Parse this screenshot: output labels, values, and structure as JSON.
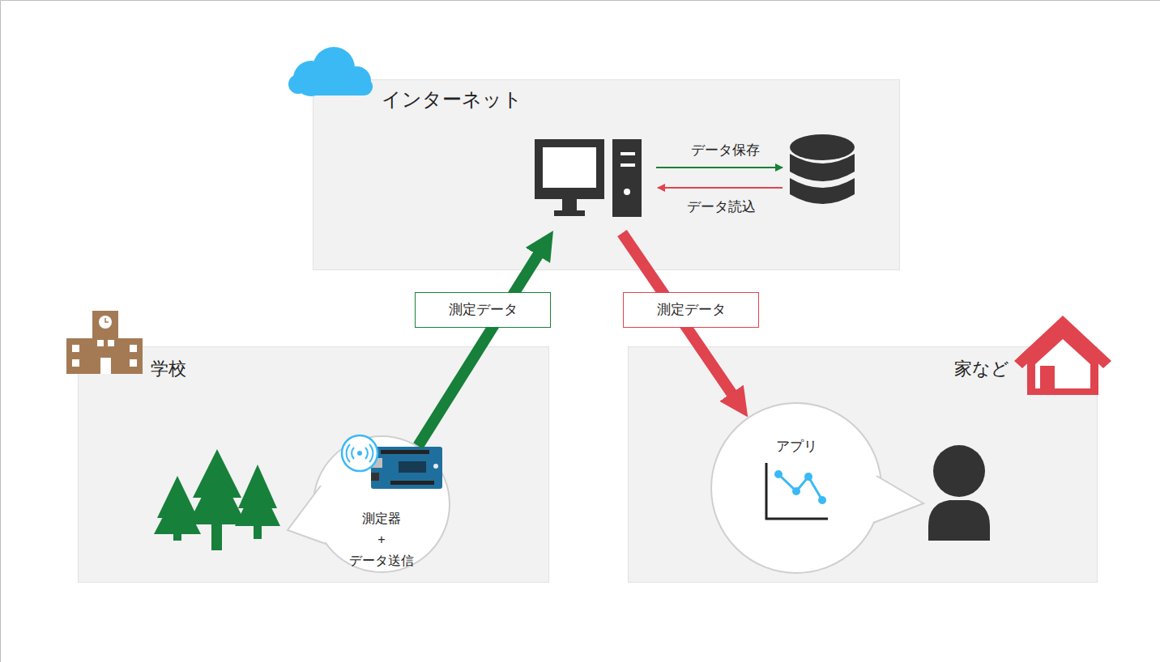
{
  "diagram": {
    "nodes": [
      {
        "text": [
          "インターネット"
        ]
      },
      {
        "text": [
          "学校"
        ]
      },
      {
        "text": [
          "測定器 + データ送信"
        ],
        "in": 1
      },
      {
        "text": [
          "家など"
        ]
      },
      {
        "text": [
          "アプリ"
        ],
        "in": 3
      }
    ],
    "edges": [
      {
        "from": 2,
        "to": 0,
        "arrow": "to",
        "label": "測定データ"
      },
      {
        "from": 0,
        "to": 4,
        "arrow": "to",
        "label": "測定データ"
      }
    ],
    "labels": [
      "データ保存",
      "データ読込"
    ]
  }
}
